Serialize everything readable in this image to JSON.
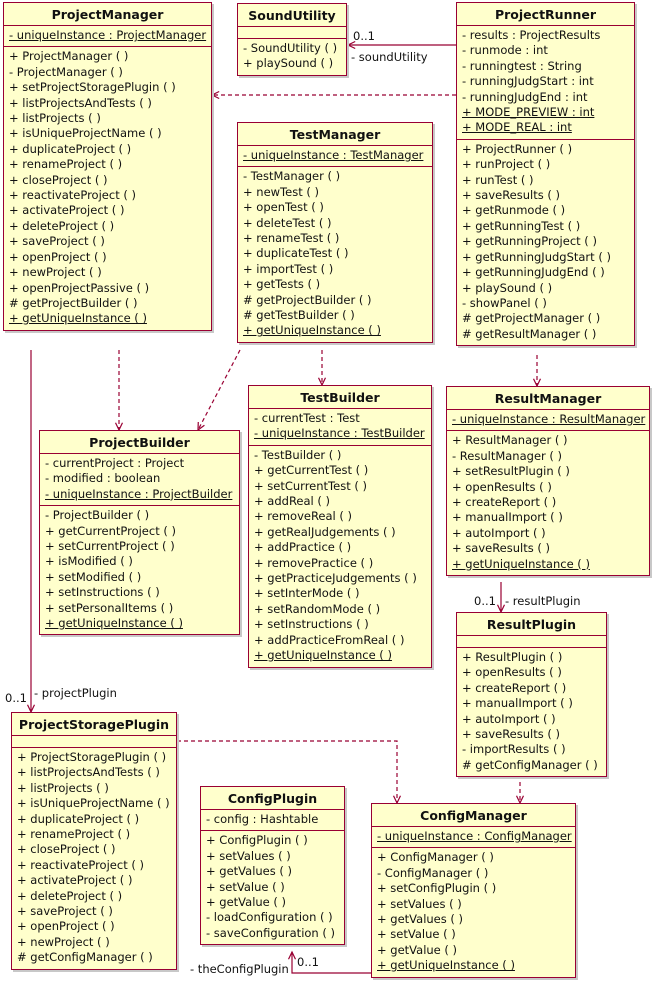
{
  "classes": [
    {
      "id": "ProjectManager",
      "name": "ProjectManager",
      "attrs": [
        {
          "t": "- uniqueInstance : ProjectManager",
          "s": true
        }
      ],
      "ops": [
        {
          "t": "+ ProjectManager ( )"
        },
        {
          "t": "- ProjectManager ( )"
        },
        {
          "t": "+ setProjectStoragePlugin ( )"
        },
        {
          "t": "+ listProjectsAndTests ( )"
        },
        {
          "t": "+ listProjects ( )"
        },
        {
          "t": "+ isUniqueProjectName ( )"
        },
        {
          "t": "+ duplicateProject ( )"
        },
        {
          "t": "+ renameProject ( )"
        },
        {
          "t": "+ closeProject ( )"
        },
        {
          "t": "+ reactivateProject ( )"
        },
        {
          "t": "+ activateProject ( )"
        },
        {
          "t": "+ deleteProject ( )"
        },
        {
          "t": "+ saveProject ( )"
        },
        {
          "t": "+ openProject ( )"
        },
        {
          "t": "+ newProject ( )"
        },
        {
          "t": "+ openProjectPassive ( )"
        },
        {
          "t": "# getProjectBuilder ( )"
        },
        {
          "t": "+ getUniqueInstance ( )",
          "s": true
        }
      ]
    },
    {
      "id": "SoundUtility",
      "name": "SoundUtility",
      "attrs": [],
      "ops": [
        {
          "t": "- SoundUtility ( )"
        },
        {
          "t": "+ playSound ( )"
        }
      ]
    },
    {
      "id": "ProjectRunner",
      "name": "ProjectRunner",
      "attrs": [
        {
          "t": "- results : ProjectResults"
        },
        {
          "t": "- runmode : int"
        },
        {
          "t": "- runningtest : String"
        },
        {
          "t": "- runningJudgStart : int"
        },
        {
          "t": "- runningJudgEnd : int"
        },
        {
          "t": "+ MODE_PREVIEW : int",
          "s": true
        },
        {
          "t": "+ MODE_REAL : int",
          "s": true
        }
      ],
      "ops": [
        {
          "t": "+ ProjectRunner ( )"
        },
        {
          "t": "+ runProject ( )"
        },
        {
          "t": "+ runTest ( )"
        },
        {
          "t": "+ saveResults ( )"
        },
        {
          "t": "+ getRunmode ( )"
        },
        {
          "t": "+ getRunningTest ( )"
        },
        {
          "t": "+ getRunningProject ( )"
        },
        {
          "t": "+ getRunningJudgStart ( )"
        },
        {
          "t": "+ getRunningJudgEnd ( )"
        },
        {
          "t": "+ playSound ( )"
        },
        {
          "t": "- showPanel ( )"
        },
        {
          "t": "# getProjectManager ( )"
        },
        {
          "t": "# getResultManager ( )"
        }
      ]
    },
    {
      "id": "TestManager",
      "name": "TestManager",
      "attrs": [
        {
          "t": "- uniqueInstance : TestManager",
          "s": true
        }
      ],
      "ops": [
        {
          "t": "- TestManager ( )"
        },
        {
          "t": "+ newTest ( )"
        },
        {
          "t": "+ openTest ( )"
        },
        {
          "t": "+ deleteTest ( )"
        },
        {
          "t": "+ renameTest ( )"
        },
        {
          "t": "+ duplicateTest ( )"
        },
        {
          "t": "+ importTest ( )"
        },
        {
          "t": "+ getTests ( )"
        },
        {
          "t": "# getProjectBuilder ( )"
        },
        {
          "t": "# getTestBuilder ( )"
        },
        {
          "t": "+ getUniqueInstance ( )",
          "s": true
        }
      ]
    },
    {
      "id": "TestBuilder",
      "name": "TestBuilder",
      "attrs": [
        {
          "t": "- currentTest : Test"
        },
        {
          "t": "- uniqueInstance : TestBuilder",
          "s": true
        }
      ],
      "ops": [
        {
          "t": "- TestBuilder ( )"
        },
        {
          "t": "+ getCurrentTest ( )"
        },
        {
          "t": "+ setCurrentTest ( )"
        },
        {
          "t": "+ addReal ( )"
        },
        {
          "t": "+ removeReal ( )"
        },
        {
          "t": "+ getRealJudgements ( )"
        },
        {
          "t": "+ addPractice ( )"
        },
        {
          "t": "+ removePractice ( )"
        },
        {
          "t": "+ getPracticeJudgements ( )"
        },
        {
          "t": "+ setInterMode ( )"
        },
        {
          "t": "+ setRandomMode ( )"
        },
        {
          "t": "+ setInstructions ( )"
        },
        {
          "t": "+ addPracticeFromReal ( )"
        },
        {
          "t": "+ getUniqueInstance ( )",
          "s": true
        }
      ]
    },
    {
      "id": "ResultManager",
      "name": "ResultManager",
      "attrs": [
        {
          "t": "- uniqueInstance : ResultManager",
          "s": true
        }
      ],
      "ops": [
        {
          "t": "+ ResultManager ( )"
        },
        {
          "t": "- ResultManager ( )"
        },
        {
          "t": "+ setResultPlugin ( )"
        },
        {
          "t": "+ openResults ( )"
        },
        {
          "t": "+ createReport ( )"
        },
        {
          "t": "+ manualImport ( )"
        },
        {
          "t": "+ autoImport ( )"
        },
        {
          "t": "+ saveResults ( )"
        },
        {
          "t": "+ getUniqueInstance ( )",
          "s": true
        }
      ]
    },
    {
      "id": "ProjectBuilder",
      "name": "ProjectBuilder",
      "attrs": [
        {
          "t": "- currentProject : Project"
        },
        {
          "t": "- modified : boolean"
        },
        {
          "t": "- uniqueInstance : ProjectBuilder",
          "s": true
        }
      ],
      "ops": [
        {
          "t": "- ProjectBuilder ( )"
        },
        {
          "t": "+ getCurrentProject ( )"
        },
        {
          "t": "+ setCurrentProject ( )"
        },
        {
          "t": "+ isModified ( )"
        },
        {
          "t": "+ setModified ( )"
        },
        {
          "t": "+ setInstructions ( )"
        },
        {
          "t": "+ setPersonalItems ( )"
        },
        {
          "t": "+ getUniqueInstance ( )",
          "s": true
        }
      ]
    },
    {
      "id": "ResultPlugin",
      "name": "ResultPlugin",
      "attrs": [],
      "ops": [
        {
          "t": "+ ResultPlugin ( )"
        },
        {
          "t": "+ openResults ( )"
        },
        {
          "t": "+ createReport ( )"
        },
        {
          "t": "+ manualImport ( )"
        },
        {
          "t": "+ autoImport ( )"
        },
        {
          "t": "+ saveResults ( )"
        },
        {
          "t": "- importResults ( )"
        },
        {
          "t": "# getConfigManager ( )"
        }
      ]
    },
    {
      "id": "ProjectStoragePlugin",
      "name": "ProjectStoragePlugin",
      "attrs": [],
      "ops": [
        {
          "t": "+ ProjectStoragePlugin ( )"
        },
        {
          "t": "+ listProjectsAndTests ( )"
        },
        {
          "t": "+ listProjects ( )"
        },
        {
          "t": "+ isUniqueProjectName ( )"
        },
        {
          "t": "+ duplicateProject ( )"
        },
        {
          "t": "+ renameProject ( )"
        },
        {
          "t": "+ closeProject ( )"
        },
        {
          "t": "+ reactivateProject ( )"
        },
        {
          "t": "+ activateProject ( )"
        },
        {
          "t": "+ deleteProject ( )"
        },
        {
          "t": "+ saveProject ( )"
        },
        {
          "t": "+ openProject ( )"
        },
        {
          "t": "+ newProject ( )"
        },
        {
          "t": "# getConfigManager ( )"
        }
      ]
    },
    {
      "id": "ConfigPlugin",
      "name": "ConfigPlugin",
      "attrs": [
        {
          "t": "- config : Hashtable"
        }
      ],
      "ops": [
        {
          "t": "+ ConfigPlugin ( )"
        },
        {
          "t": "+ setValues ( )"
        },
        {
          "t": "+ getValues ( )"
        },
        {
          "t": "+ setValue ( )"
        },
        {
          "t": "+ getValue ( )"
        },
        {
          "t": "- loadConfiguration ( )"
        },
        {
          "t": "- saveConfiguration ( )"
        }
      ]
    },
    {
      "id": "ConfigManager",
      "name": "ConfigManager",
      "attrs": [
        {
          "t": "- uniqueInstance : ConfigManager",
          "s": true
        }
      ],
      "ops": [
        {
          "t": "+ ConfigManager ( )"
        },
        {
          "t": "- ConfigManager ( )"
        },
        {
          "t": "+ setConfigPlugin ( )"
        },
        {
          "t": "+ setValues ( )"
        },
        {
          "t": "+ getValues ( )"
        },
        {
          "t": "+ setValue ( )"
        },
        {
          "t": "+ getValue ( )"
        },
        {
          "t": "+ getUniqueInstance ( )",
          "s": true
        }
      ]
    }
  ],
  "relations": [
    {
      "id": "runner-sound",
      "kind": "association",
      "from": "ProjectRunner",
      "to": "SoundUtility"
    },
    {
      "id": "runner-pm",
      "kind": "dependency",
      "from": "ProjectRunner",
      "to": "ProjectManager"
    },
    {
      "id": "runner-rm",
      "kind": "dependency",
      "from": "ProjectRunner",
      "to": "ResultManager"
    },
    {
      "id": "pm-pb",
      "kind": "dependency",
      "from": "ProjectManager",
      "to": "ProjectBuilder"
    },
    {
      "id": "pm-psp",
      "kind": "association",
      "from": "ProjectManager",
      "to": "ProjectStoragePlugin"
    },
    {
      "id": "tm-pb",
      "kind": "dependency",
      "from": "TestManager",
      "to": "ProjectBuilder"
    },
    {
      "id": "tm-tb",
      "kind": "dependency",
      "from": "TestManager",
      "to": "TestBuilder"
    },
    {
      "id": "rm-rp",
      "kind": "association",
      "from": "ResultManager",
      "to": "ResultPlugin"
    },
    {
      "id": "rp-cm",
      "kind": "dependency",
      "from": "ResultPlugin",
      "to": "ConfigManager"
    },
    {
      "id": "psp-cm",
      "kind": "dependency",
      "from": "ProjectStoragePlugin",
      "to": "ConfigManager"
    },
    {
      "id": "cm-cp",
      "kind": "association",
      "from": "ConfigManager",
      "to": "ConfigPlugin"
    }
  ],
  "labels": {
    "sound_mult": "0..1",
    "sound_role": "- soundUtility",
    "result_plugin_mult": "0..1",
    "result_plugin_role": "- resultPlugin",
    "project_plugin_mult": "0..1",
    "project_plugin_role": "- projectPlugin",
    "config_plugin_mult": "0..1",
    "config_plugin_role": "- theConfigPlugin"
  },
  "colors": {
    "box_fill": "#ffffcc",
    "box_border": "#990033",
    "line": "#990033"
  }
}
